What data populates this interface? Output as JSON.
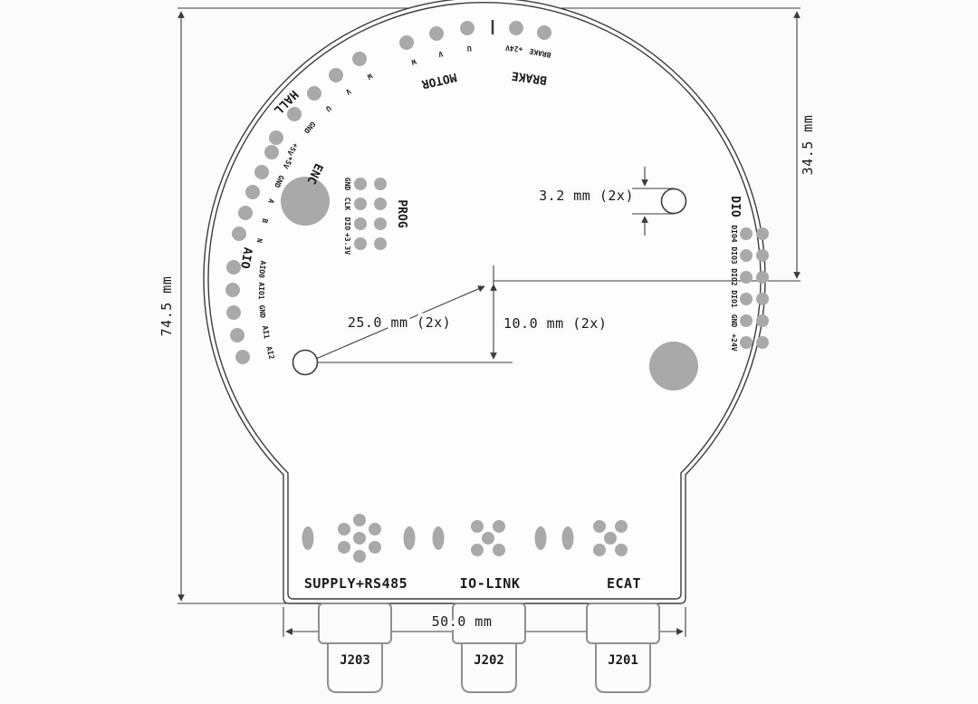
{
  "dimensions": {
    "board_height": "74.5 mm",
    "top_to_center": "34.5 mm",
    "hole_diameter": "3.2 mm (2x)",
    "hole_center_horizontal": "25.0 mm (2x)",
    "hole_center_vertical": "10.0 mm (2x)",
    "bottom_tab_width": "50.0 mm"
  },
  "silk": {
    "hall": {
      "title": "HALL",
      "pins": [
        "+5V",
        "GND",
        "U",
        "V",
        "W"
      ]
    },
    "motor": {
      "title": "MOTOR",
      "pins": [
        "W",
        "V",
        "U"
      ]
    },
    "brake": {
      "title": "BRAKE",
      "pins": [
        "+24V",
        "BRAKE"
      ]
    },
    "enc": {
      "title": "ENC",
      "pins": [
        "+5V",
        "GND",
        "A",
        "B",
        "N"
      ]
    },
    "aio": {
      "title": "AIO",
      "pins": [
        "AIO0",
        "AIO1",
        "GND",
        "AI1",
        "AI2"
      ]
    },
    "prog": {
      "title": "PROG",
      "pins": [
        "GND",
        "CLK",
        "DIO",
        "+3.3V"
      ]
    },
    "dio": {
      "title": "DIO",
      "pins": [
        "DIO4",
        "DIO3",
        "DIO2",
        "DIO1",
        "GND",
        "+24V"
      ]
    }
  },
  "connectors": {
    "ports": [
      "SUPPLY+RS485",
      "IO-LINK",
      "ECAT"
    ],
    "designators": [
      "J203",
      "J202",
      "J201"
    ]
  },
  "colors": {
    "pad_gray": "#a9a9a9",
    "line": "#3c3c3c",
    "text": "#1b1b1b",
    "board_fill": "#fdfdfd"
  }
}
